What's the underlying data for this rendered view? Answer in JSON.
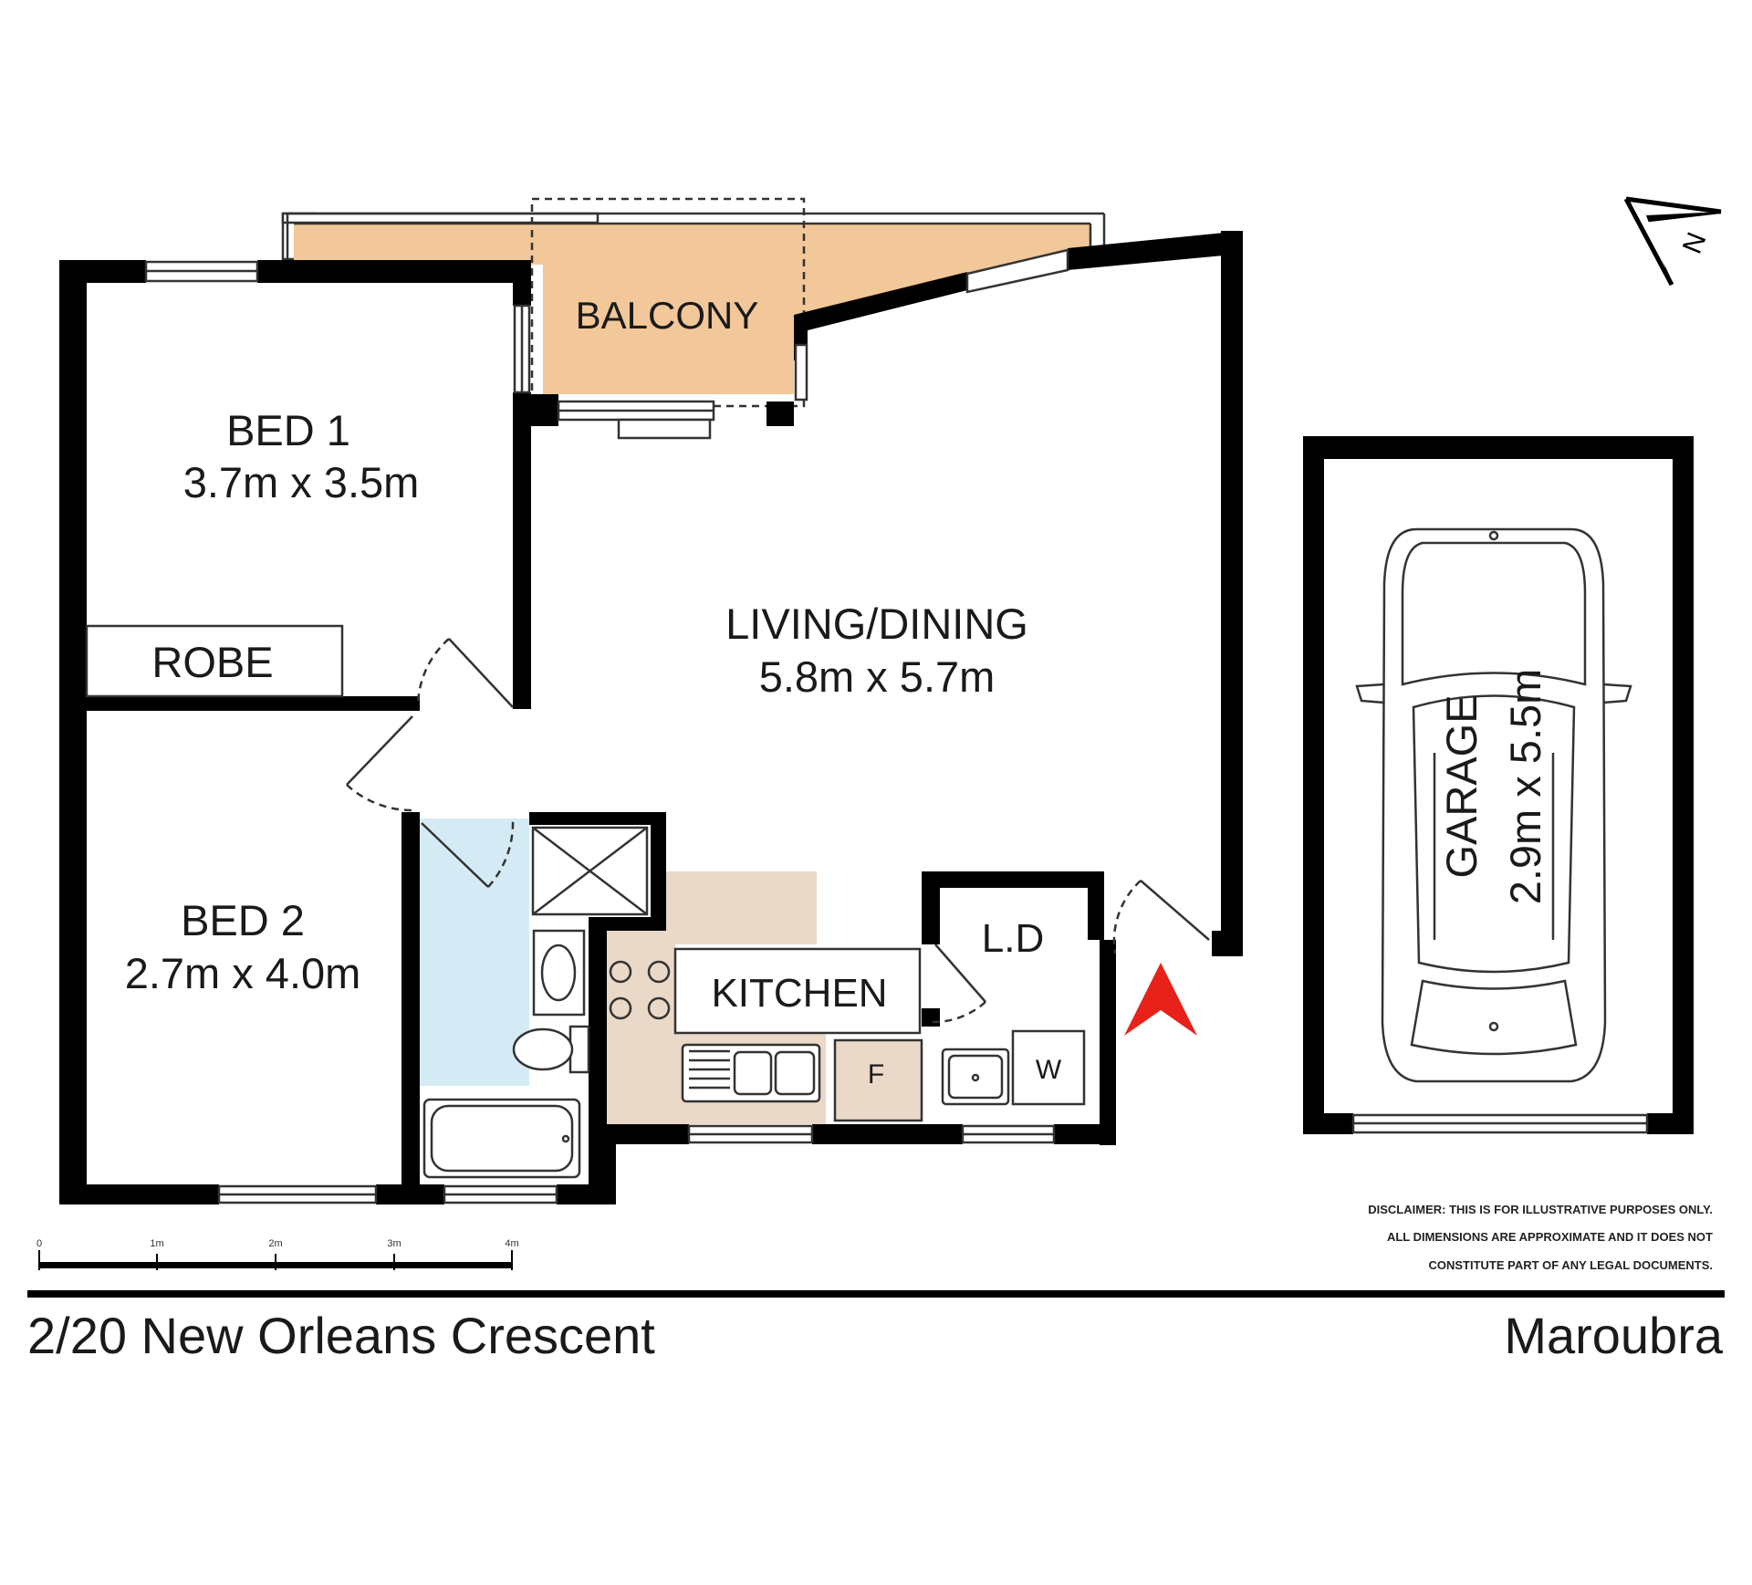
{
  "rooms": {
    "balcony": {
      "name": "BALCONY"
    },
    "bed1": {
      "name": "BED 1",
      "dims": "3.7m x 3.5m"
    },
    "robe": {
      "name": "ROBE"
    },
    "bed2": {
      "name": "BED 2",
      "dims": "2.7m x 4.0m"
    },
    "living": {
      "name": "LIVING/DINING",
      "dims": "5.8m x 5.7m"
    },
    "kitchen": {
      "name": "KITCHEN"
    },
    "fridge": {
      "name": "F"
    },
    "laundry": {
      "name": "L.D"
    },
    "washer": {
      "name": "W"
    },
    "garage": {
      "name": "GARAGE",
      "dims": "2.9m x 5.5m"
    }
  },
  "compass": {
    "letter": "N"
  },
  "scale_bar": {
    "ticks": [
      "0",
      "1m",
      "2m",
      "3m",
      "4m"
    ]
  },
  "disclaimer": [
    "DISCLAIMER: THIS IS FOR ILLUSTRATIVE PURPOSES ONLY.",
    "ALL DIMENSIONS ARE APPROXIMATE AND IT DOES NOT",
    "CONSTITUTE PART OF ANY LEGAL DOCUMENTS."
  ],
  "footer": {
    "address": "2/20 New Orleans Crescent",
    "suburb": "Maroubra"
  },
  "colors": {
    "balcony": "#f2c799",
    "bathroom": "#d4ebf5",
    "kitchen_bench": "#ead8c8",
    "entry_arrow": "#e8211a",
    "wall": "#000000"
  }
}
